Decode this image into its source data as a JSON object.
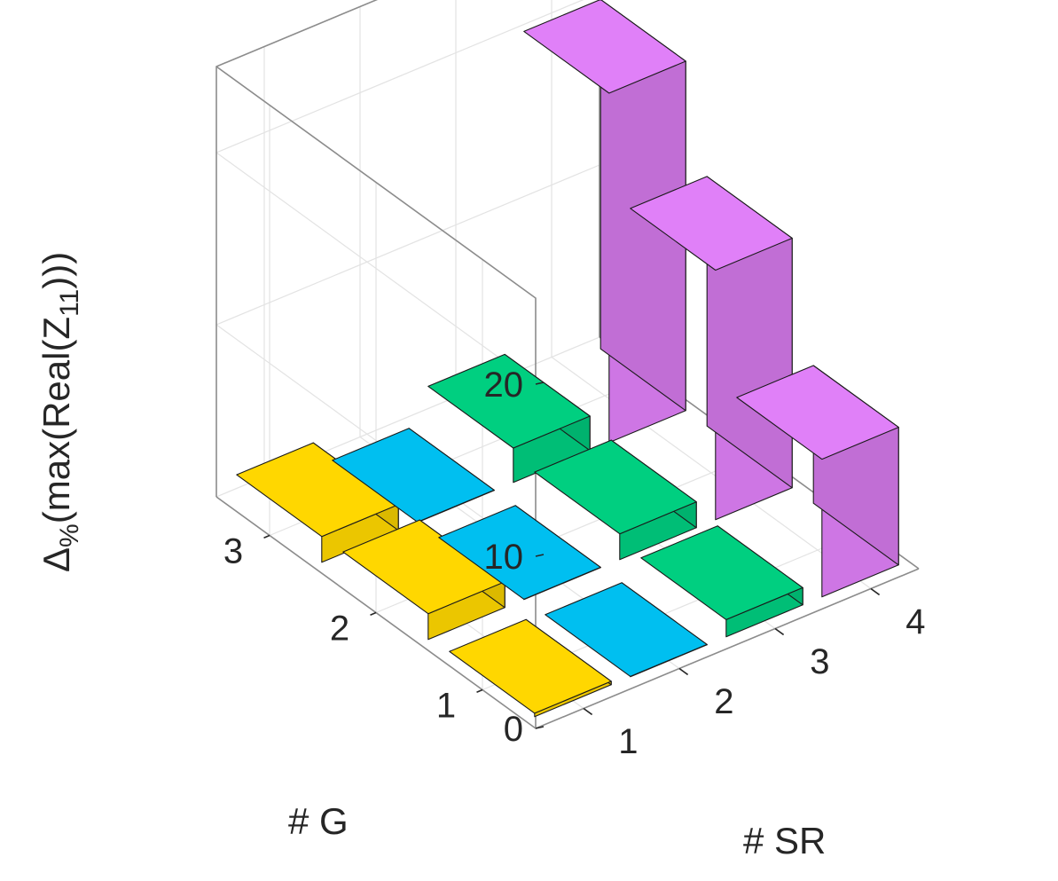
{
  "chart_data": {
    "type": "bar3d",
    "title": "",
    "xlabel": "# SR",
    "ylabel": "# G",
    "zlabel": {
      "prefix": "Δ",
      "subscript": "%",
      "body": "(max(Real(Z",
      "subscript2": "11",
      "suffix": ")))"
    },
    "x_categories": [
      "1",
      "2",
      "3",
      "4"
    ],
    "y_categories": [
      "1",
      "2",
      "3"
    ],
    "z_ticks": [
      "0",
      "10",
      "20"
    ],
    "zlim": [
      0,
      25
    ],
    "grid": true,
    "colors": [
      "#FFD700",
      "#00BFF0",
      "#00CF80",
      "#E080F8"
    ],
    "series": [
      {
        "values": [
          0.2,
          1.5,
          1.5
        ]
      },
      {
        "values": [
          0.0,
          0.0,
          0.0
        ]
      },
      {
        "values": [
          1.0,
          1.5,
          2.0
        ]
      },
      {
        "values": [
          8.0,
          14.5,
          20.3
        ]
      }
    ]
  }
}
